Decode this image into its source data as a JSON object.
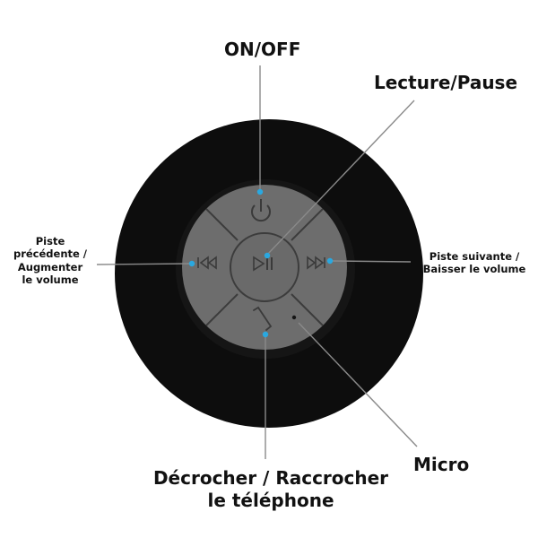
{
  "labels": {
    "onoff": "ON/OFF",
    "play_pause": "Lecture/Pause",
    "previous": [
      "Piste",
      "précédente /",
      "Augmenter",
      "le volume"
    ],
    "next": [
      "Piste suivante /",
      "Baisser le volume"
    ],
    "micro": "Micro",
    "call": [
      "Décrocher / Raccrocher",
      "le téléphone"
    ]
  },
  "colors": {
    "body": "#0d0d0d",
    "ring": "#161616",
    "panel": "#6d6d6d",
    "button_symbol": "#3a3a3a",
    "callout_line": "#8a8a8a",
    "callout_dot": "#2aa8e0"
  },
  "icons": [
    "power-icon",
    "play-pause-icon",
    "previous-track-icon",
    "next-track-icon",
    "phone-icon",
    "microphone-hole-icon"
  ]
}
